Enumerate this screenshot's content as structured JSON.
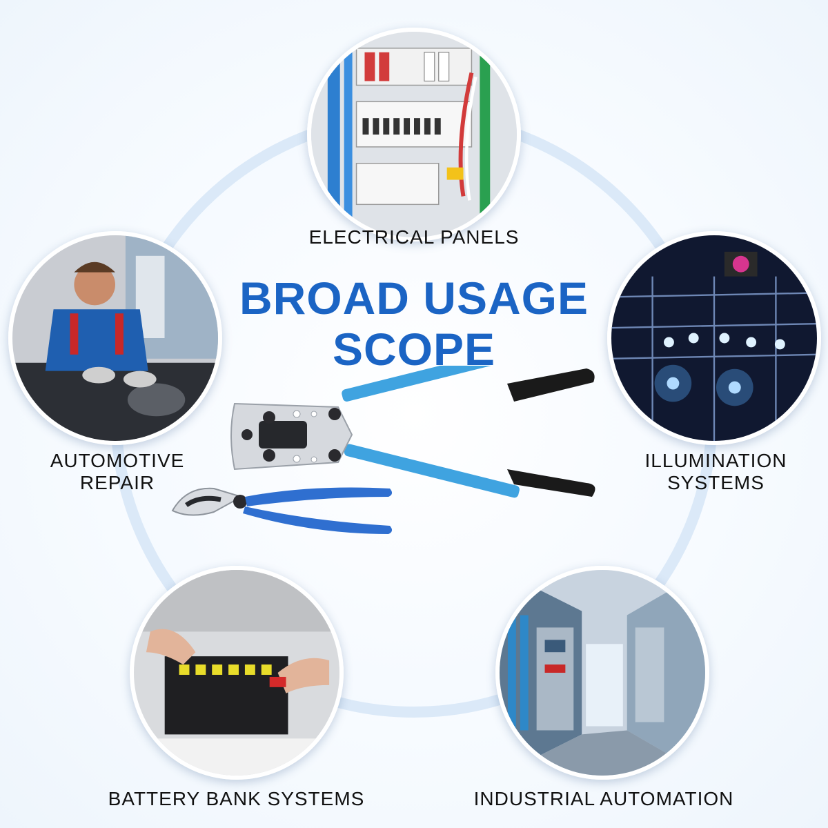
{
  "headline": {
    "line1": "BROAD USAGE",
    "line2": "SCOPE"
  },
  "applications": [
    {
      "label": "ELECTRICAL PANELS"
    },
    {
      "label_line1": "AUTOMOTIVE",
      "label_line2": "REPAIR"
    },
    {
      "label_line1": "ILLUMINATION",
      "label_line2": "SYSTEMS"
    },
    {
      "label": "BATTERY BANK SYSTEMS"
    },
    {
      "label": "INDUSTRIAL AUTOMATION"
    }
  ],
  "colors": {
    "headline": "#1b64c4",
    "ring": "#dbe9f8",
    "tool_handle": "#3fa3e0",
    "tool_grip": "#1a1a1a",
    "cutter_handle": "#2f6fd0"
  },
  "icons": [
    "crimping-tool-icon",
    "cable-cutter-icon"
  ]
}
